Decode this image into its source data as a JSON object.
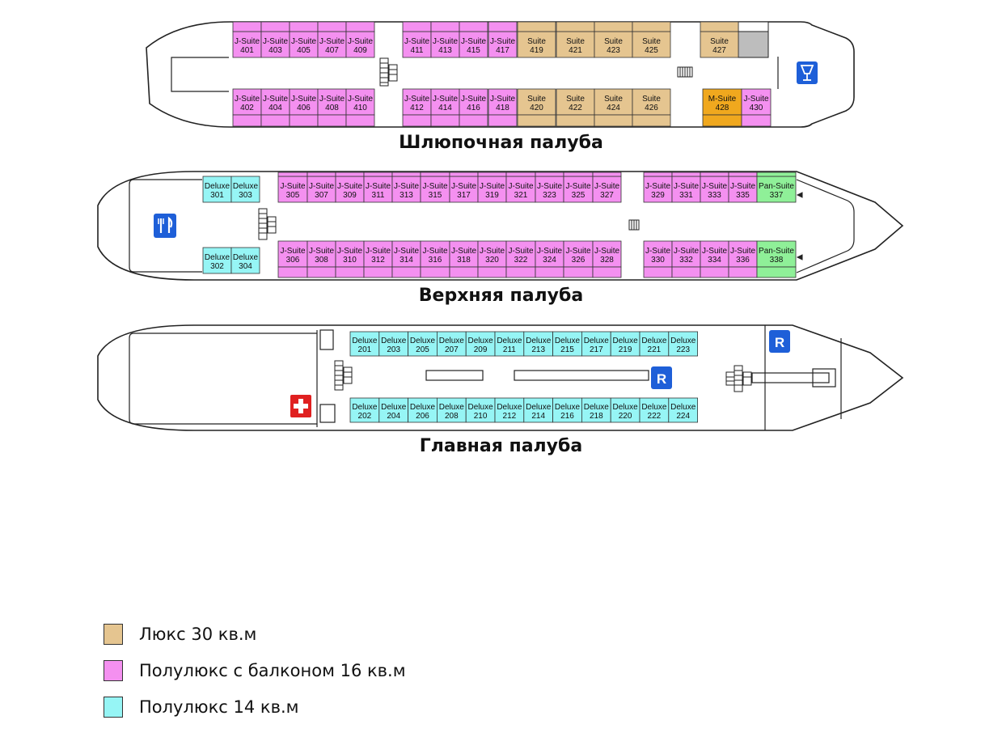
{
  "colors": {
    "suite": "#E5C590",
    "jsuite": "#F490F0",
    "deluxe": "#96F5F5",
    "msuite": "#F0A81E",
    "pansuite": "#8FF098",
    "service": "#BDBDBD",
    "icon_blue": "#1E5FD8",
    "icon_red": "#E02020"
  },
  "decks": [
    {
      "id": "boat",
      "caption": "Шлюпочная палуба",
      "cabins": [
        {
          "type": "J-Suite",
          "num": "401",
          "kind": "jsuite"
        },
        {
          "type": "J-Suite",
          "num": "403",
          "kind": "jsuite"
        },
        {
          "type": "J-Suite",
          "num": "405",
          "kind": "jsuite"
        },
        {
          "type": "J-Suite",
          "num": "407",
          "kind": "jsuite"
        },
        {
          "type": "J-Suite",
          "num": "409",
          "kind": "jsuite"
        },
        {
          "type": "J-Suite",
          "num": "411",
          "kind": "jsuite"
        },
        {
          "type": "J-Suite",
          "num": "413",
          "kind": "jsuite"
        },
        {
          "type": "J-Suite",
          "num": "415",
          "kind": "jsuite"
        },
        {
          "type": "J-Suite",
          "num": "417",
          "kind": "jsuite"
        },
        {
          "type": "Suite",
          "num": "419",
          "kind": "suite"
        },
        {
          "type": "Suite",
          "num": "421",
          "kind": "suite"
        },
        {
          "type": "Suite",
          "num": "423",
          "kind": "suite"
        },
        {
          "type": "Suite",
          "num": "425",
          "kind": "suite"
        },
        {
          "type": "Suite",
          "num": "427",
          "kind": "suite"
        },
        {
          "type": "J-Suite",
          "num": "402",
          "kind": "jsuite"
        },
        {
          "type": "J-Suite",
          "num": "404",
          "kind": "jsuite"
        },
        {
          "type": "J-Suite",
          "num": "406",
          "kind": "jsuite"
        },
        {
          "type": "J-Suite",
          "num": "408",
          "kind": "jsuite"
        },
        {
          "type": "J-Suite",
          "num": "410",
          "kind": "jsuite"
        },
        {
          "type": "J-Suite",
          "num": "412",
          "kind": "jsuite"
        },
        {
          "type": "J-Suite",
          "num": "414",
          "kind": "jsuite"
        },
        {
          "type": "J-Suite",
          "num": "416",
          "kind": "jsuite"
        },
        {
          "type": "J-Suite",
          "num": "418",
          "kind": "jsuite"
        },
        {
          "type": "Suite",
          "num": "420",
          "kind": "suite"
        },
        {
          "type": "Suite",
          "num": "422",
          "kind": "suite"
        },
        {
          "type": "Suite",
          "num": "424",
          "kind": "suite"
        },
        {
          "type": "Suite",
          "num": "426",
          "kind": "suite"
        },
        {
          "type": "M-Suite",
          "num": "428",
          "kind": "msuite"
        },
        {
          "type": "J-Suite",
          "num": "430",
          "kind": "jsuite"
        }
      ],
      "icons": [
        "bar-icon"
      ]
    },
    {
      "id": "upper",
      "caption": "Верхняя палуба",
      "cabins": [
        {
          "type": "Deluxe",
          "num": "301",
          "kind": "deluxe"
        },
        {
          "type": "Deluxe",
          "num": "303",
          "kind": "deluxe"
        },
        {
          "type": "J-Suite",
          "num": "305",
          "kind": "jsuite"
        },
        {
          "type": "J-Suite",
          "num": "307",
          "kind": "jsuite"
        },
        {
          "type": "J-Suite",
          "num": "309",
          "kind": "jsuite"
        },
        {
          "type": "J-Suite",
          "num": "311",
          "kind": "jsuite"
        },
        {
          "type": "J-Suite",
          "num": "313",
          "kind": "jsuite"
        },
        {
          "type": "J-Suite",
          "num": "315",
          "kind": "jsuite"
        },
        {
          "type": "J-Suite",
          "num": "317",
          "kind": "jsuite"
        },
        {
          "type": "J-Suite",
          "num": "319",
          "kind": "jsuite"
        },
        {
          "type": "J-Suite",
          "num": "321",
          "kind": "jsuite"
        },
        {
          "type": "J-Suite",
          "num": "323",
          "kind": "jsuite"
        },
        {
          "type": "J-Suite",
          "num": "325",
          "kind": "jsuite"
        },
        {
          "type": "J-Suite",
          "num": "327",
          "kind": "jsuite"
        },
        {
          "type": "J-Suite",
          "num": "329",
          "kind": "jsuite"
        },
        {
          "type": "J-Suite",
          "num": "331",
          "kind": "jsuite"
        },
        {
          "type": "J-Suite",
          "num": "333",
          "kind": "jsuite"
        },
        {
          "type": "J-Suite",
          "num": "335",
          "kind": "jsuite"
        },
        {
          "type": "Pan-Suite",
          "num": "337",
          "kind": "pansuite"
        },
        {
          "type": "Deluxe",
          "num": "302",
          "kind": "deluxe"
        },
        {
          "type": "Deluxe",
          "num": "304",
          "kind": "deluxe"
        },
        {
          "type": "J-Suite",
          "num": "306",
          "kind": "jsuite"
        },
        {
          "type": "J-Suite",
          "num": "308",
          "kind": "jsuite"
        },
        {
          "type": "J-Suite",
          "num": "310",
          "kind": "jsuite"
        },
        {
          "type": "J-Suite",
          "num": "312",
          "kind": "jsuite"
        },
        {
          "type": "J-Suite",
          "num": "314",
          "kind": "jsuite"
        },
        {
          "type": "J-Suite",
          "num": "316",
          "kind": "jsuite"
        },
        {
          "type": "J-Suite",
          "num": "318",
          "kind": "jsuite"
        },
        {
          "type": "J-Suite",
          "num": "320",
          "kind": "jsuite"
        },
        {
          "type": "J-Suite",
          "num": "322",
          "kind": "jsuite"
        },
        {
          "type": "J-Suite",
          "num": "324",
          "kind": "jsuite"
        },
        {
          "type": "J-Suite",
          "num": "326",
          "kind": "jsuite"
        },
        {
          "type": "J-Suite",
          "num": "328",
          "kind": "jsuite"
        },
        {
          "type": "J-Suite",
          "num": "330",
          "kind": "jsuite"
        },
        {
          "type": "J-Suite",
          "num": "332",
          "kind": "jsuite"
        },
        {
          "type": "J-Suite",
          "num": "334",
          "kind": "jsuite"
        },
        {
          "type": "J-Suite",
          "num": "336",
          "kind": "jsuite"
        },
        {
          "type": "Pan-Suite",
          "num": "338",
          "kind": "pansuite"
        }
      ],
      "icons": [
        "restaurant-icon"
      ]
    },
    {
      "id": "main",
      "caption": "Главная палуба",
      "cabins": [
        {
          "type": "Deluxe",
          "num": "201",
          "kind": "deluxe"
        },
        {
          "type": "Deluxe",
          "num": "203",
          "kind": "deluxe"
        },
        {
          "type": "Deluxe",
          "num": "205",
          "kind": "deluxe"
        },
        {
          "type": "Deluxe",
          "num": "207",
          "kind": "deluxe"
        },
        {
          "type": "Deluxe",
          "num": "209",
          "kind": "deluxe"
        },
        {
          "type": "Deluxe",
          "num": "211",
          "kind": "deluxe"
        },
        {
          "type": "Deluxe",
          "num": "213",
          "kind": "deluxe"
        },
        {
          "type": "Deluxe",
          "num": "215",
          "kind": "deluxe"
        },
        {
          "type": "Deluxe",
          "num": "217",
          "kind": "deluxe"
        },
        {
          "type": "Deluxe",
          "num": "219",
          "kind": "deluxe"
        },
        {
          "type": "Deluxe",
          "num": "221",
          "kind": "deluxe"
        },
        {
          "type": "Deluxe",
          "num": "223",
          "kind": "deluxe"
        },
        {
          "type": "Deluxe",
          "num": "202",
          "kind": "deluxe"
        },
        {
          "type": "Deluxe",
          "num": "204",
          "kind": "deluxe"
        },
        {
          "type": "Deluxe",
          "num": "206",
          "kind": "deluxe"
        },
        {
          "type": "Deluxe",
          "num": "208",
          "kind": "deluxe"
        },
        {
          "type": "Deluxe",
          "num": "210",
          "kind": "deluxe"
        },
        {
          "type": "Deluxe",
          "num": "212",
          "kind": "deluxe"
        },
        {
          "type": "Deluxe",
          "num": "214",
          "kind": "deluxe"
        },
        {
          "type": "Deluxe",
          "num": "216",
          "kind": "deluxe"
        },
        {
          "type": "Deluxe",
          "num": "218",
          "kind": "deluxe"
        },
        {
          "type": "Deluxe",
          "num": "220",
          "kind": "deluxe"
        },
        {
          "type": "Deluxe",
          "num": "222",
          "kind": "deluxe"
        },
        {
          "type": "Deluxe",
          "num": "224",
          "kind": "deluxe"
        }
      ],
      "icons": [
        "reception-icon",
        "reception-icon",
        "medical-icon"
      ],
      "reception_letter": "R"
    }
  ],
  "legend": [
    {
      "label": "Люкс 30 кв.м",
      "kind": "suite"
    },
    {
      "label": "Полулюкс с балконом 16 кв.м",
      "kind": "jsuite"
    },
    {
      "label": "Полулюкс 14 кв.м",
      "kind": "deluxe"
    }
  ]
}
